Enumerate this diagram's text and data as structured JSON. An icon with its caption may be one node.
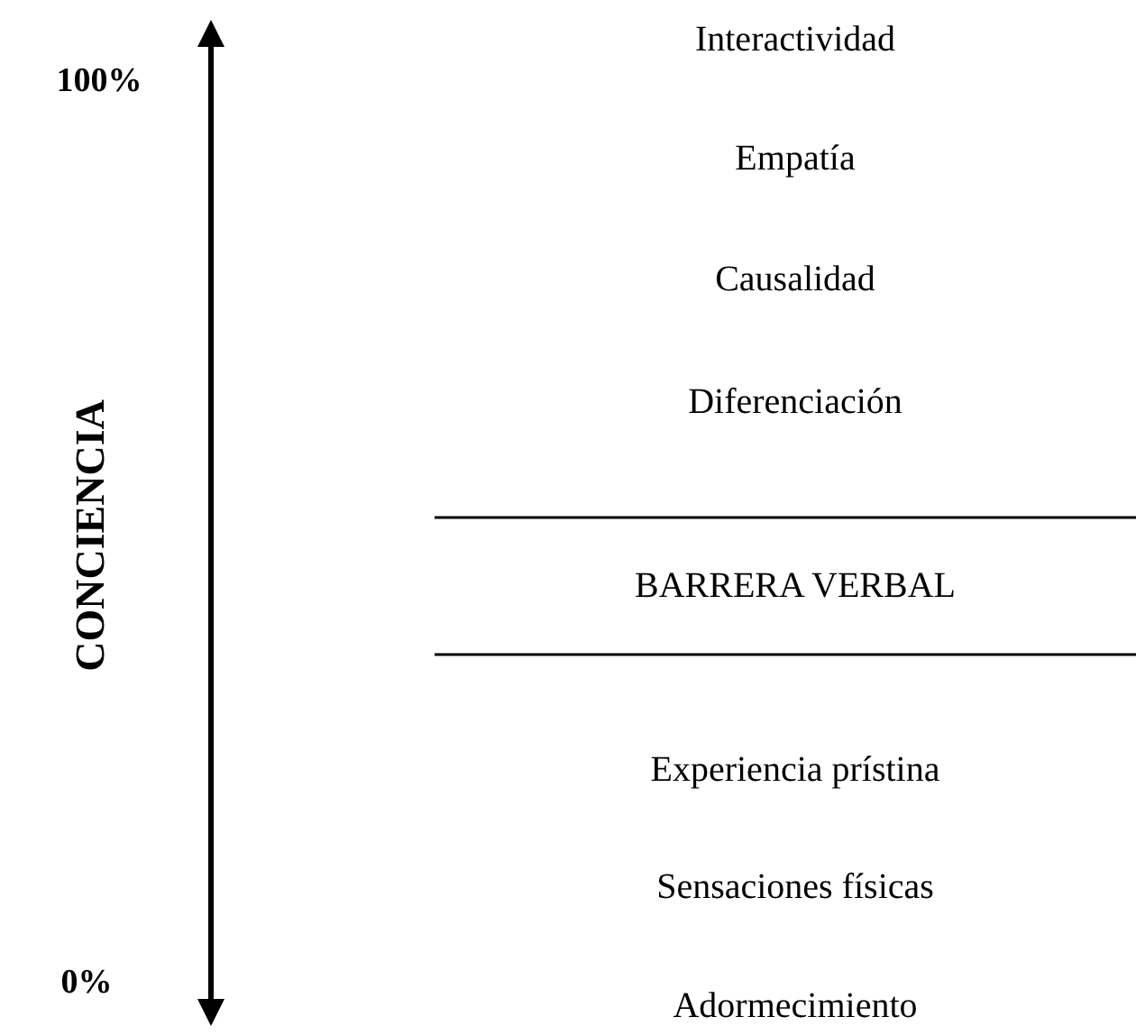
{
  "diagram": {
    "labels": [
      "100%",
      "CONCIENCIA",
      "0%",
      "Interactividad",
      "Empatía",
      "Causalidad",
      "Diferenciación",
      "BARRERA VERBAL",
      "Experiencia prístina",
      "Sensaciones físicas",
      "Adormecimiento"
    ]
  }
}
